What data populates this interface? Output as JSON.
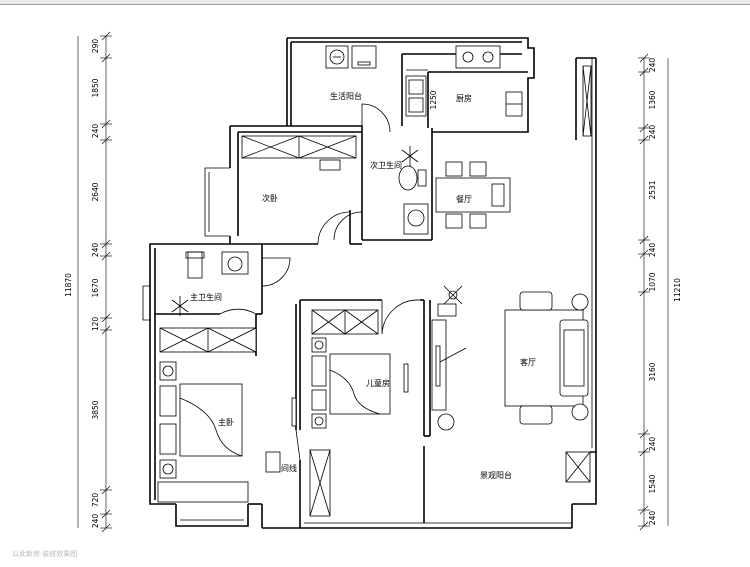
{
  "rooms": {
    "living_balcony": "生活阳台",
    "kitchen": "厨房",
    "second_bathroom": "次卫生间",
    "dining": "餐厅",
    "second_bedroom": "次卧",
    "master_bathroom": "主卫生间",
    "living_room": "客厅",
    "kids_room": "儿童房",
    "master_bedroom": "主卧",
    "corridor": "间线",
    "view_balcony": "景观阳台"
  },
  "dims": {
    "left_segments": [
      "290",
      "1850",
      "240",
      "2640",
      "240",
      "1670",
      "120",
      "3850",
      "720",
      "240"
    ],
    "left_total": "11870",
    "right_segments": [
      "240",
      "1360",
      "240",
      "2531",
      "240",
      "1070",
      "3160",
      "240",
      "1540",
      "240"
    ],
    "right_total": "11210",
    "kitchen_inner": "1250"
  },
  "watermark": "以此新房·装修效果图"
}
